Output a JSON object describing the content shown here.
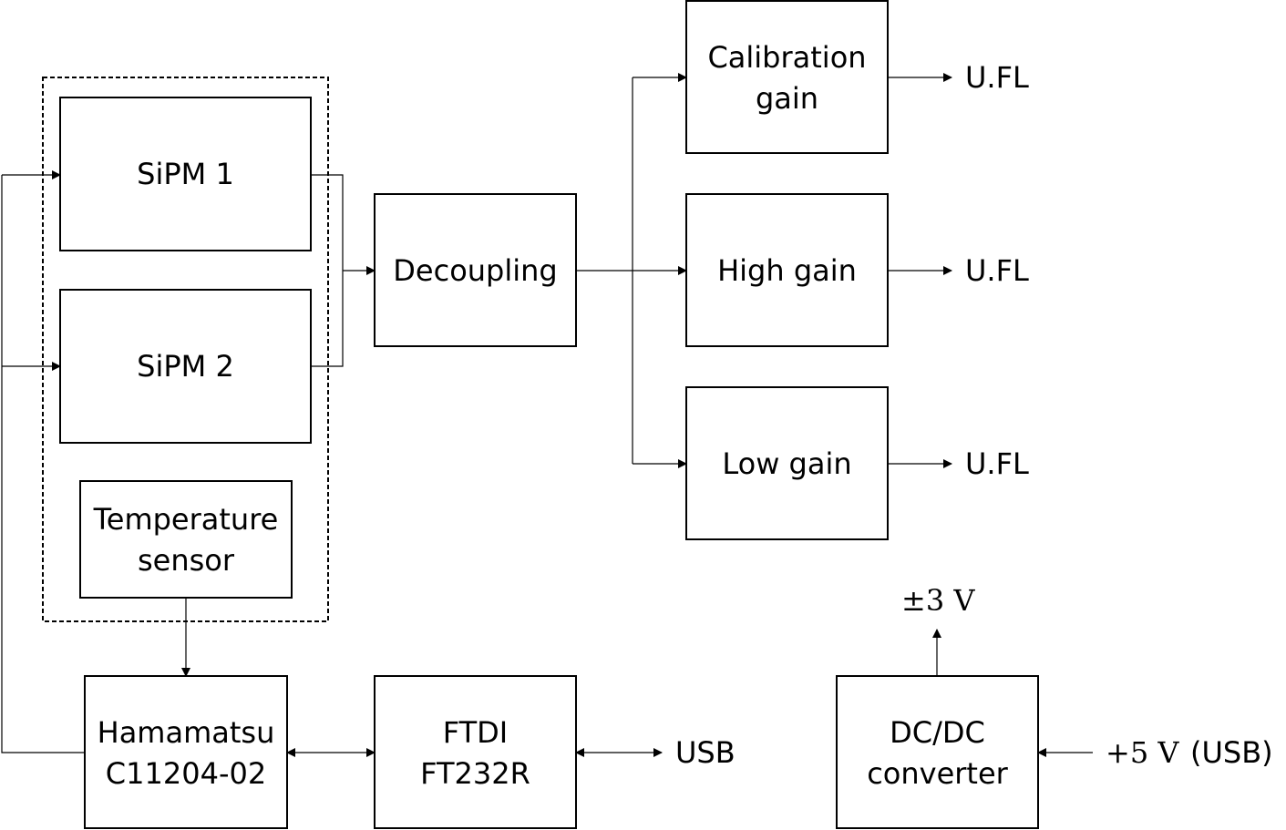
{
  "blocks": {
    "sipm1": "SiPM 1",
    "sipm2": "SiPM 2",
    "temperature_sensor": [
      "Temperature",
      "sensor"
    ],
    "decoupling": "Decoupling",
    "calibration_gain": [
      "Calibration",
      "gain"
    ],
    "high_gain": "High gain",
    "low_gain": "Low gain",
    "hamamatsu": [
      "Hamamatsu",
      "C11204-02"
    ],
    "ftdi": [
      "FTDI",
      "FT232R"
    ],
    "dcdc": [
      "DC/DC",
      "converter"
    ]
  },
  "terminals": {
    "ufl_calibration": "U.FL",
    "ufl_high": "U.FL",
    "ufl_low": "U.FL",
    "usb": "USB",
    "power_out": "±3 V",
    "power_in": "+5 V",
    "power_in_suffix": "(USB)"
  }
}
